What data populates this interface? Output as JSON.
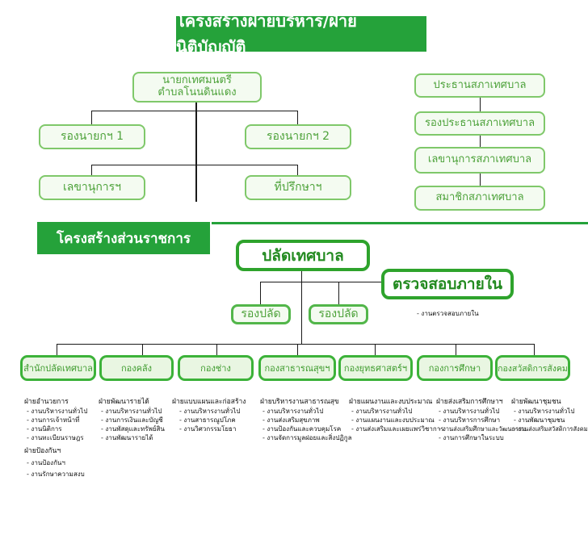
{
  "top_title": "โครงสร้างฝ่ายบริหาร/ฝ่ายนิติบัญญัติ",
  "executive": {
    "mayor_line1": "นายกเทศมนตรี",
    "mayor_line2": "ตำบลโนนดินแดง",
    "deputy1": "รองนายกฯ 1",
    "deputy2": "รองนายกฯ 2",
    "secretary": "เลขานุการฯ",
    "advisor": "ที่ปรึกษาฯ"
  },
  "council": {
    "president": "ประธานสภาเทศบาล",
    "vice_president": "รองประธานสภาเทศบาล",
    "secretary": "เลขานุการสภาเทศบาล",
    "members": "สมาชิกสภาเทศบาล"
  },
  "gov_title": "โครงสร้างส่วนราชการ",
  "gov": {
    "clerk": "ปลัดเทศบาล",
    "audit": "ตรวจสอบภายใน",
    "audit_task": "- งานตรวจสอบภายใน",
    "deputy_clerk_1": "รองปลัด",
    "deputy_clerk_2": "รองปลัด"
  },
  "departments": [
    {
      "name": "สำนักปลัดเทศบาล",
      "groups": [
        {
          "head": "ฝ่ายอำนวยการ",
          "items": [
            "- งานบริหารงานทั่วไป",
            "- งานการเจ้าหน้าที่",
            "- งานนิติการ",
            "- งานทะเบียนราษฎร"
          ]
        },
        {
          "head": "ฝ่ายป้องกันฯ",
          "items": [
            "- งานป้องกันฯ",
            "- งานรักษาความสงบ"
          ]
        }
      ]
    },
    {
      "name": "กองคลัง",
      "groups": [
        {
          "head": "ฝ่ายพัฒนารายได้",
          "items": [
            "- งานบริหารงานทั่วไป",
            "- งานการเงินและบัญชี",
            "- งานพัสดุและทรัพย์สิน",
            "- งานพัฒนารายได้"
          ]
        }
      ]
    },
    {
      "name": "กองช่าง",
      "groups": [
        {
          "head": "ฝ่ายแบบแผนและก่อสร้าง",
          "items": [
            "- งานบริหารงานทั่วไป",
            "- งานสาธารณูปโภค",
            "- งานวิศวกรรมโยธา"
          ]
        }
      ]
    },
    {
      "name": "กองสาธารณสุขฯ",
      "groups": [
        {
          "head": "ฝ่ายบริหารงานสาธารณสุข",
          "items": [
            "- งานบริหารงานทั่วไป",
            "- งานส่งเสริมสุขภาพ",
            "- งานป้องกันและควบคุมโรค",
            "- งานจัดการมูลฝอยและสิ่งปฏิกูล"
          ]
        }
      ]
    },
    {
      "name": "กองยุทธศาสตร์ฯ",
      "groups": [
        {
          "head": "ฝ่ายแผนงานและงบประมาณ",
          "items": [
            "- งานบริหารงานทั่วไป",
            "- งานแผนงานและงบประมาณ",
            "- งานส่งเสริมและเผยแพร่วิชาการ"
          ]
        }
      ]
    },
    {
      "name": "กองการศึกษา",
      "groups": [
        {
          "head": "ฝ่ายส่งเสริมการศึกษาฯ",
          "items": [
            "- งานบริหารงานทั่วไป",
            "- งานบริหารการศึกษา",
            "- งานส่งเสริมศึกษาและวัฒนธรรม",
            "- งานการศึกษาในระบบ"
          ]
        }
      ]
    },
    {
      "name": "กองสวัสดิการสังคม",
      "groups": [
        {
          "head": "ฝ่ายพัฒนาชุมชน",
          "items": [
            "- งานบริหารงานทั่วไป",
            "- งานพัฒนาชุมชน",
            "- งานส่งเสริมสวัสดิการสังคม"
          ]
        }
      ]
    }
  ],
  "colors": {
    "banner": "#25a23a",
    "box_border": "#7fc86a",
    "box_text": "#4da23a",
    "strong_border": "#2ea32c"
  }
}
